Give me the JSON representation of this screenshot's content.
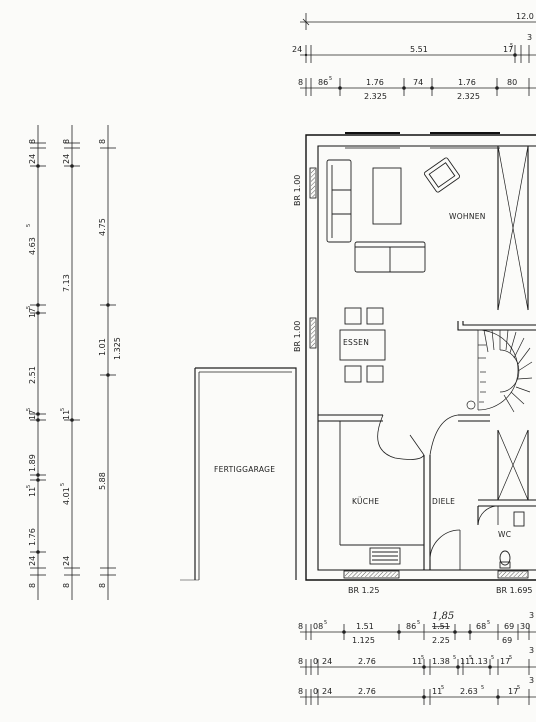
{
  "rooms": {
    "wohnen": "WOHNEN",
    "essen": "ESSEN",
    "kueche": "KÜCHE",
    "diele": "DIELE",
    "wc": "WC",
    "fertiggarage": "FERTIGGARAGE"
  },
  "window_labels": {
    "br_top": "BR 1.00",
    "br_mid": "BR 1.00",
    "br_bottom_left": "BR 1.25",
    "br_bottom_right": "BR 1.695"
  },
  "top_dims": {
    "overall": "12.0",
    "row2_left": "24",
    "row2_mid": "5.51",
    "row2_right_base": "17",
    "row2_right_sup": "5",
    "row2_far": "3",
    "row3_a_base": "8",
    "row3_b_base": "86",
    "row3_b_sup": "5",
    "row3_c": "1.76",
    "row3_c_sub": "2.325",
    "row3_d": "74",
    "row3_e": "1.76",
    "row3_e_sub": "2.325",
    "row3_f": "80"
  },
  "left_dims": {
    "col1": [
      "8",
      "24",
      "4.63",
      "17",
      "2.51",
      "17",
      "1.89",
      "11",
      "1.76",
      "24",
      "8"
    ],
    "col1_sups": [
      "5",
      "5",
      "5",
      "5"
    ],
    "col2": [
      "8",
      "24",
      "7.13",
      "11",
      "4.01",
      "24",
      "8"
    ],
    "col2_sups": [
      "5",
      "5"
    ],
    "col3": [
      "8",
      "4.75",
      "1.01",
      "1.325",
      "5.88",
      "8"
    ]
  },
  "bottom_dims": {
    "row1": [
      "8",
      "08",
      "1.51",
      "86",
      "1.51",
      "68",
      "69",
      "30"
    ],
    "row1_sups": [
      "5",
      "5",
      "5"
    ],
    "row1_sub": [
      "1.125",
      "2.25",
      "69"
    ],
    "row1_hand": "1,85",
    "row1_far": "3",
    "row2": [
      "8",
      "0",
      "24",
      "2.76",
      "11",
      "1.38",
      "11",
      "1.13",
      "17"
    ],
    "row2_sups": [
      "5",
      "5",
      "5",
      "5",
      "5"
    ],
    "row2_far": "3",
    "row3": [
      "8",
      "0",
      "24",
      "2.76",
      "11",
      "2.63",
      "17"
    ],
    "row3_sups": [
      "5",
      "5",
      "5"
    ],
    "row3_far": "3"
  }
}
